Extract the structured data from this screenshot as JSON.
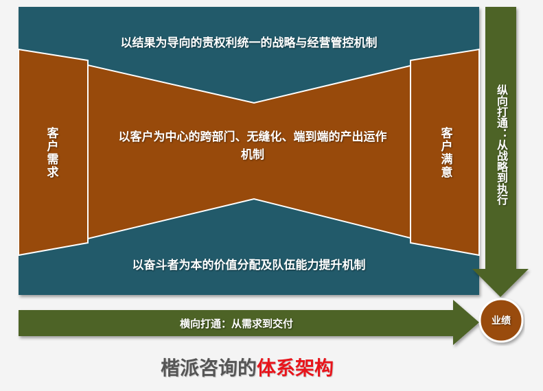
{
  "colors": {
    "teal": "#245a6b",
    "brown": "#984a0b",
    "olive": "#4e6326",
    "circle": "#994b0c",
    "footer_text": "#555555",
    "footer_accent": "#e8141b"
  },
  "top_banner": {
    "text": "以结果为导向的责权利统一的战略与经营管控机制"
  },
  "center_block": {
    "text": "以客户为中心的跨部门、无缝化、端到端的产出运作机制"
  },
  "bottom_banner": {
    "text": "以奋斗者为本的价值分配及队伍能力提升机制"
  },
  "left_panel": {
    "text": "客户需求"
  },
  "right_panel": {
    "text": "客户满意"
  },
  "vertical_arrow": {
    "text": "纵向打通：从战略到执行"
  },
  "horizontal_arrow": {
    "text": "横向打通：从需求到交付"
  },
  "result_circle": {
    "text": "业绩"
  },
  "footer": {
    "prefix": "楷派咨询的",
    "highlight": "体系架构"
  }
}
